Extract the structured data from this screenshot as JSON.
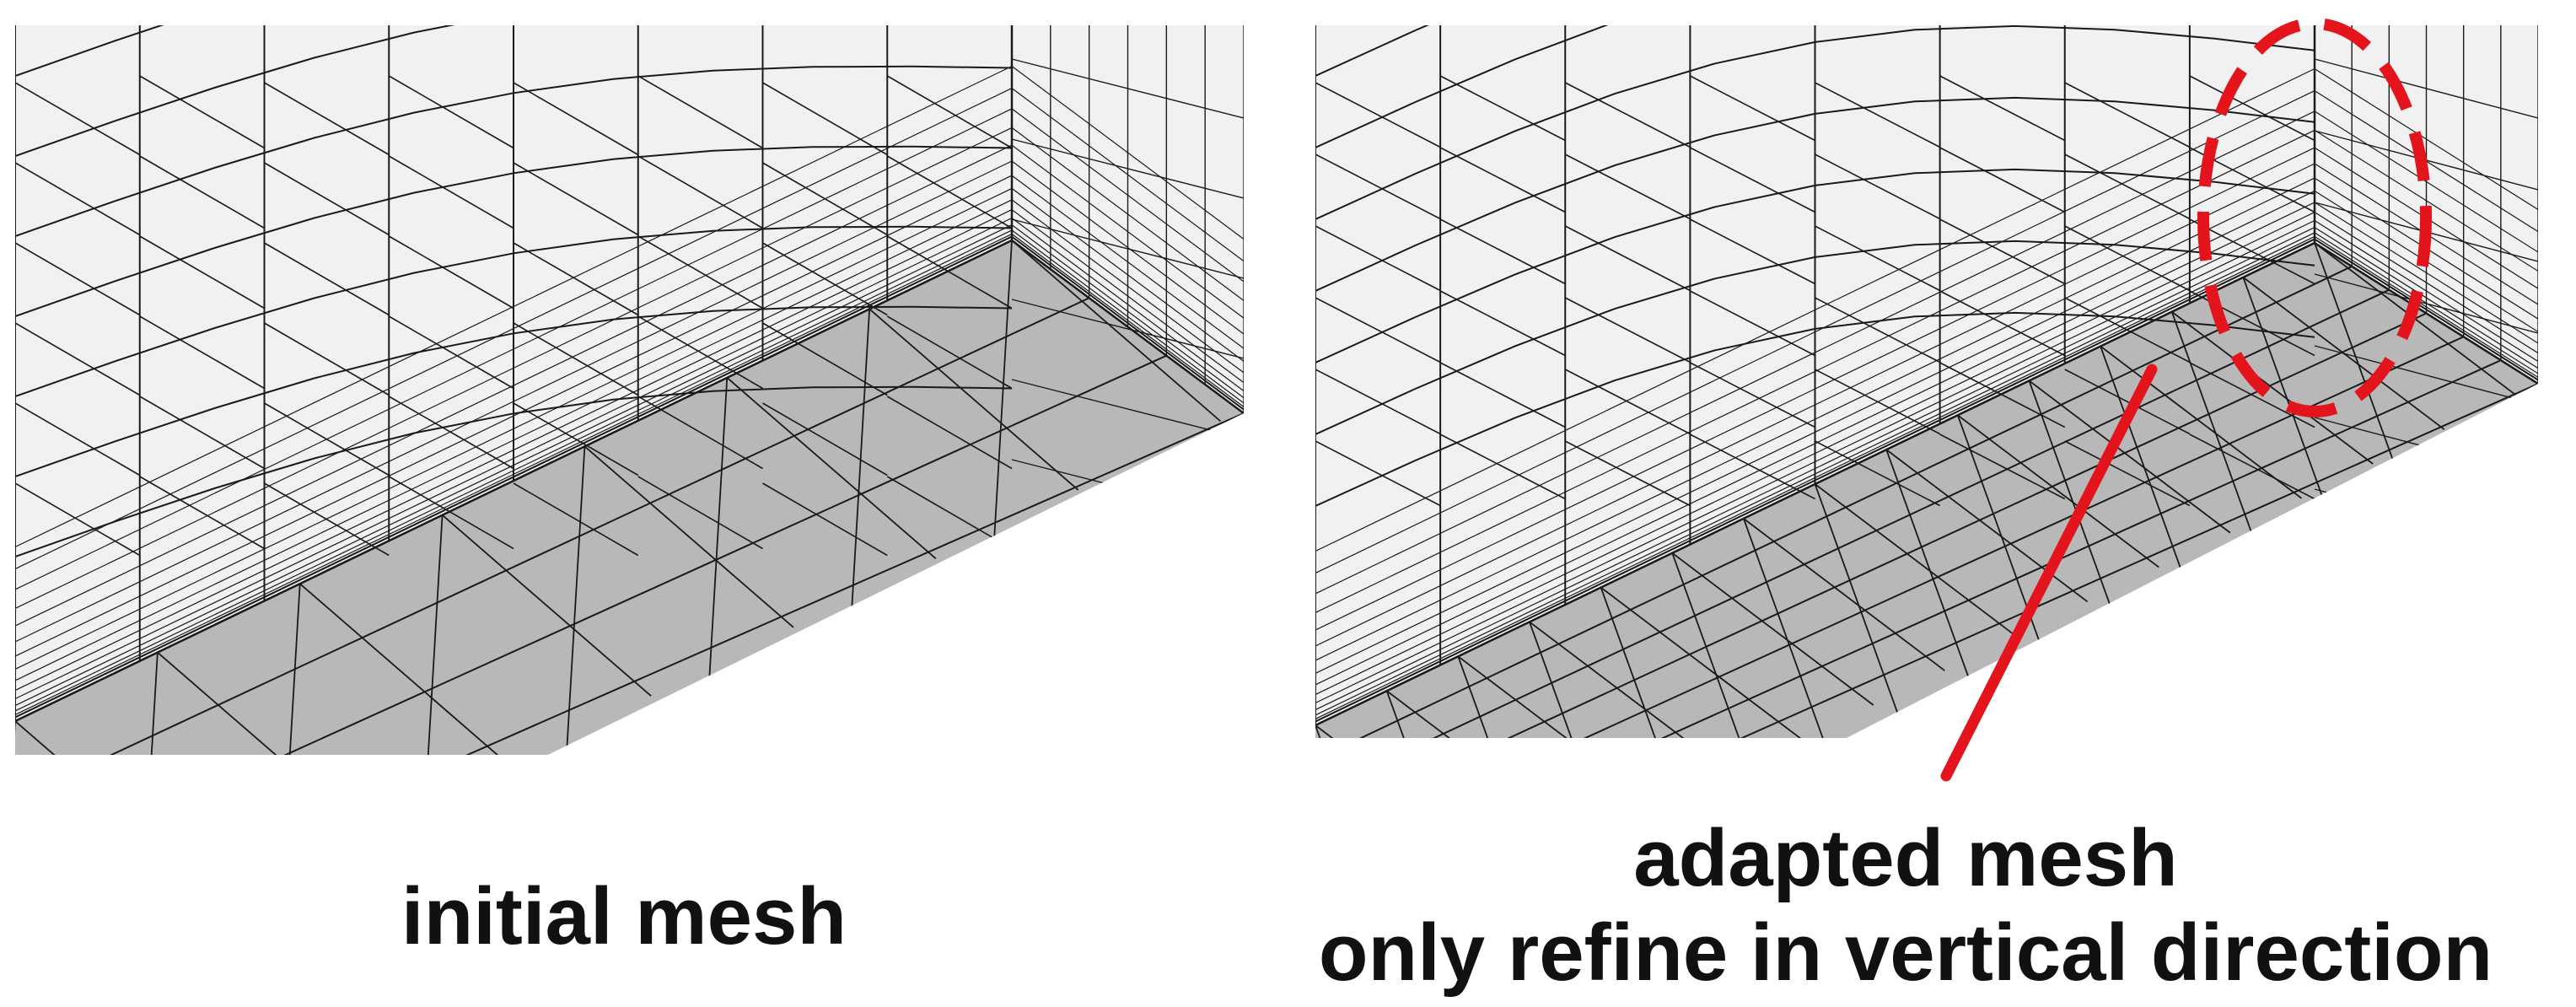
{
  "panels": [
    {
      "id": "initial",
      "caption": "initial mesh"
    },
    {
      "id": "adapted",
      "caption_lines": [
        "adapted mesh",
        "only refine in vertical direction"
      ]
    }
  ],
  "annotation": {
    "color": "#e3141b",
    "style": "dashed-circle-with-pointer"
  },
  "colors": {
    "background": "#ffffff",
    "wall_face": "#f1f1f1",
    "floor_face": "#b8b8b8",
    "mesh_line": "#1a1a1a"
  },
  "icons": [
    "mesh-panel-initial",
    "mesh-panel-adapted",
    "dashed-circle-highlight",
    "pointer-line"
  ]
}
